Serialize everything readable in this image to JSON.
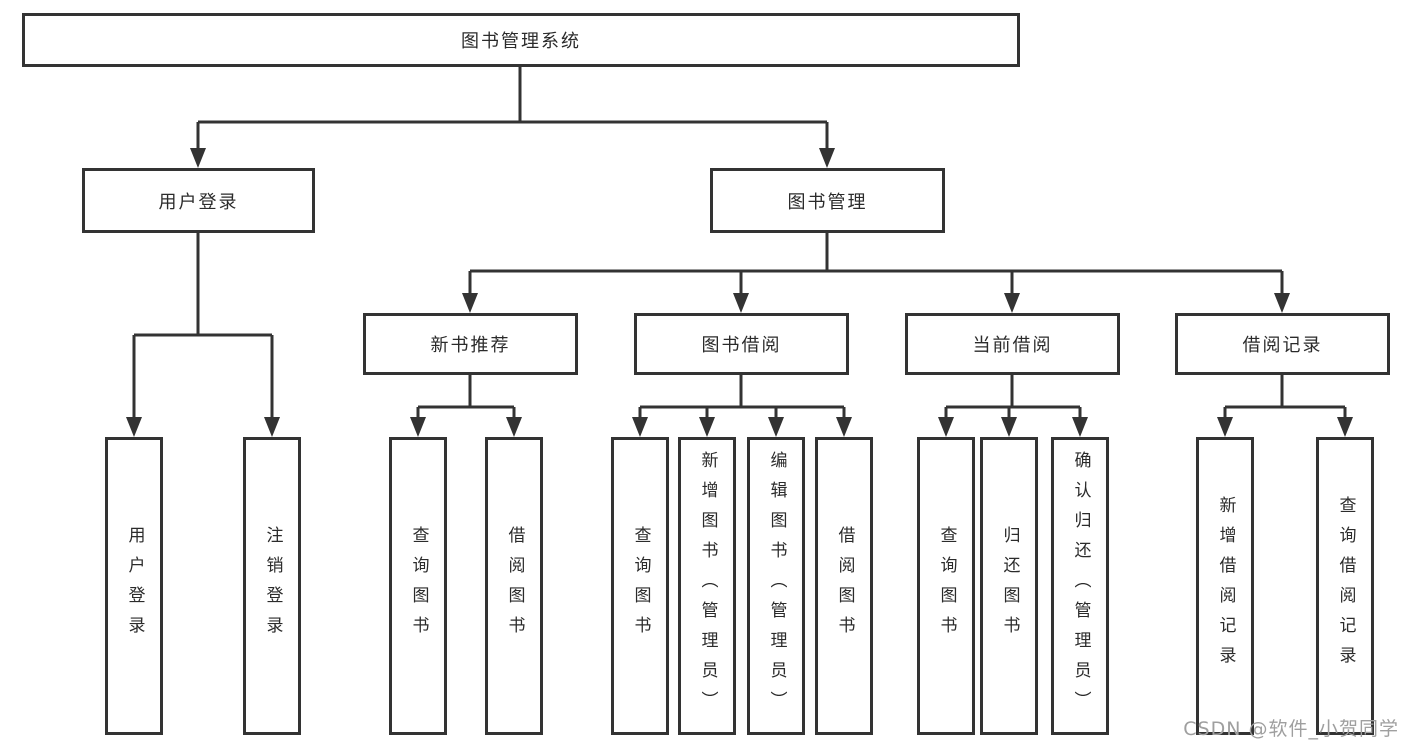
{
  "diagram": {
    "root": {
      "label": "图书管理系统",
      "children": [
        {
          "label": "用户登录",
          "children": [
            {
              "label": "用户登录"
            },
            {
              "label": "注销登录"
            }
          ]
        },
        {
          "label": "图书管理",
          "children": [
            {
              "label": "新书推荐",
              "children": [
                {
                  "label": "查询图书"
                },
                {
                  "label": "借阅图书"
                }
              ]
            },
            {
              "label": "图书借阅",
              "children": [
                {
                  "label": "查询图书"
                },
                {
                  "label": "新增图书（管理员）"
                },
                {
                  "label": "编辑图书（管理员）"
                },
                {
                  "label": "借阅图书"
                }
              ]
            },
            {
              "label": "当前借阅",
              "children": [
                {
                  "label": "查询图书"
                },
                {
                  "label": "归还图书"
                },
                {
                  "label": "确认归还（管理员）"
                }
              ]
            },
            {
              "label": "借阅记录",
              "children": [
                {
                  "label": "新增借阅记录"
                },
                {
                  "label": "查询借阅记录"
                }
              ]
            }
          ]
        }
      ]
    }
  },
  "watermark": {
    "text": "CSDN @软件_小贺同学"
  },
  "colors": {
    "line": "#333333",
    "text": "#2b2b2b",
    "box_background": "#ffffff",
    "watermark": "#9f9f9f",
    "background": "#ffffff"
  }
}
